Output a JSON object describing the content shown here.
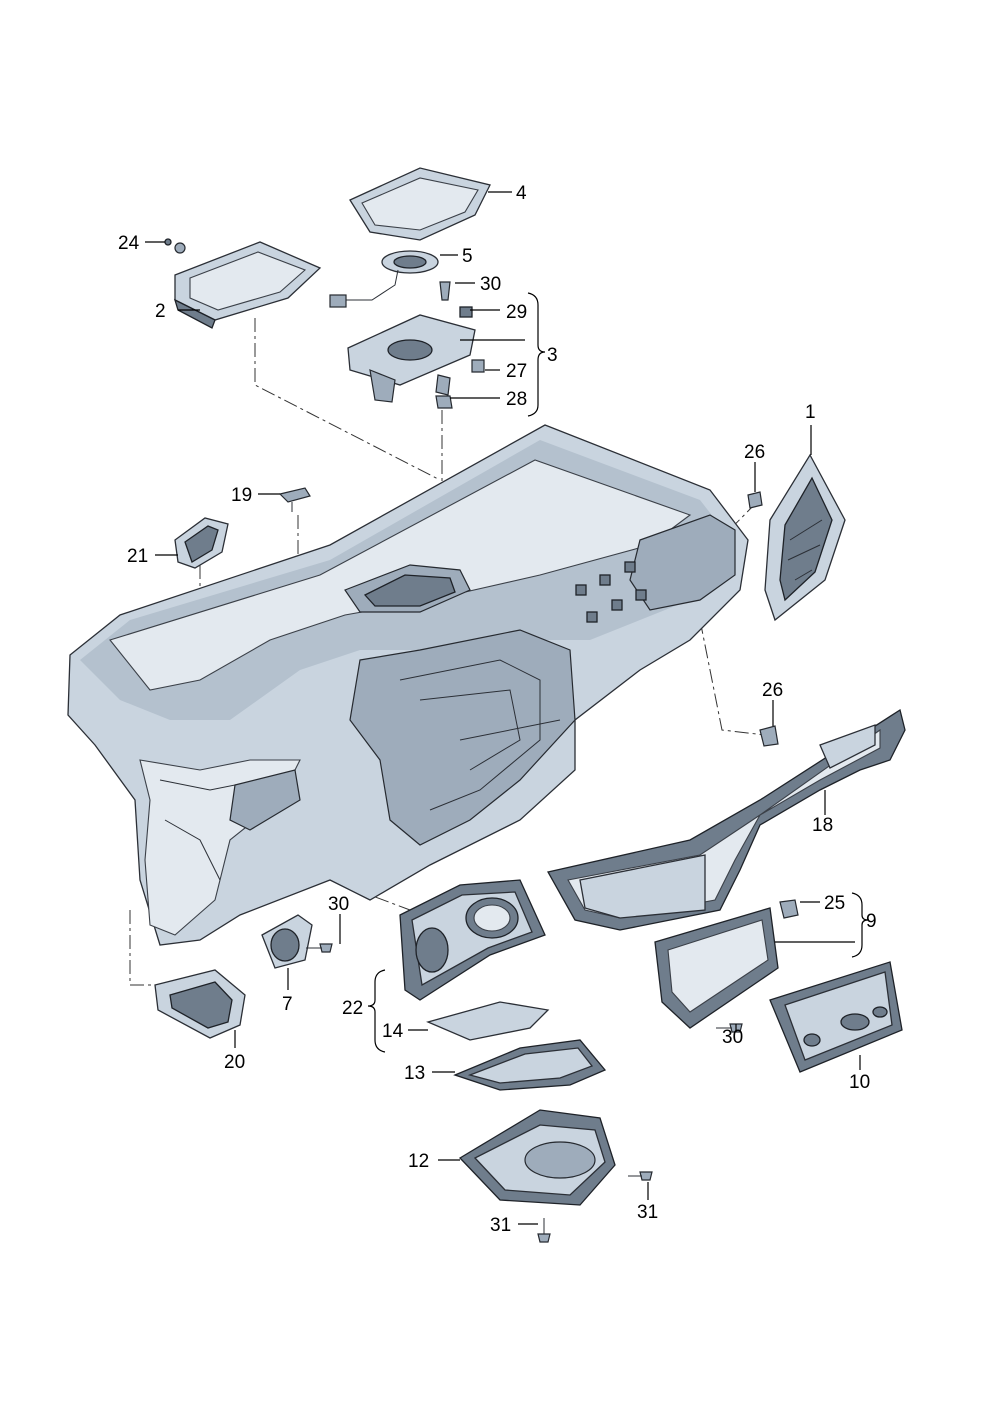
{
  "callouts": {
    "p1": "1",
    "p2": "2",
    "p3": "3",
    "p4": "4",
    "p5": "5",
    "p7": "7",
    "p9": "9",
    "p10": "10",
    "p12": "12",
    "p13": "13",
    "p14": "14",
    "p18": "18",
    "p19": "19",
    "p20": "20",
    "p21": "21",
    "p22": "22",
    "p24": "24",
    "p25": "25",
    "p26a": "26",
    "p26b": "26",
    "p27": "27",
    "p28": "28",
    "p29": "29",
    "p30a": "30",
    "p30b": "30",
    "p30c": "30",
    "p31a": "31",
    "p31b": "31"
  },
  "colors": {
    "part_fill": "#c9d4df",
    "part_dark": "#6f7d8c",
    "outline": "#2b2f36"
  }
}
